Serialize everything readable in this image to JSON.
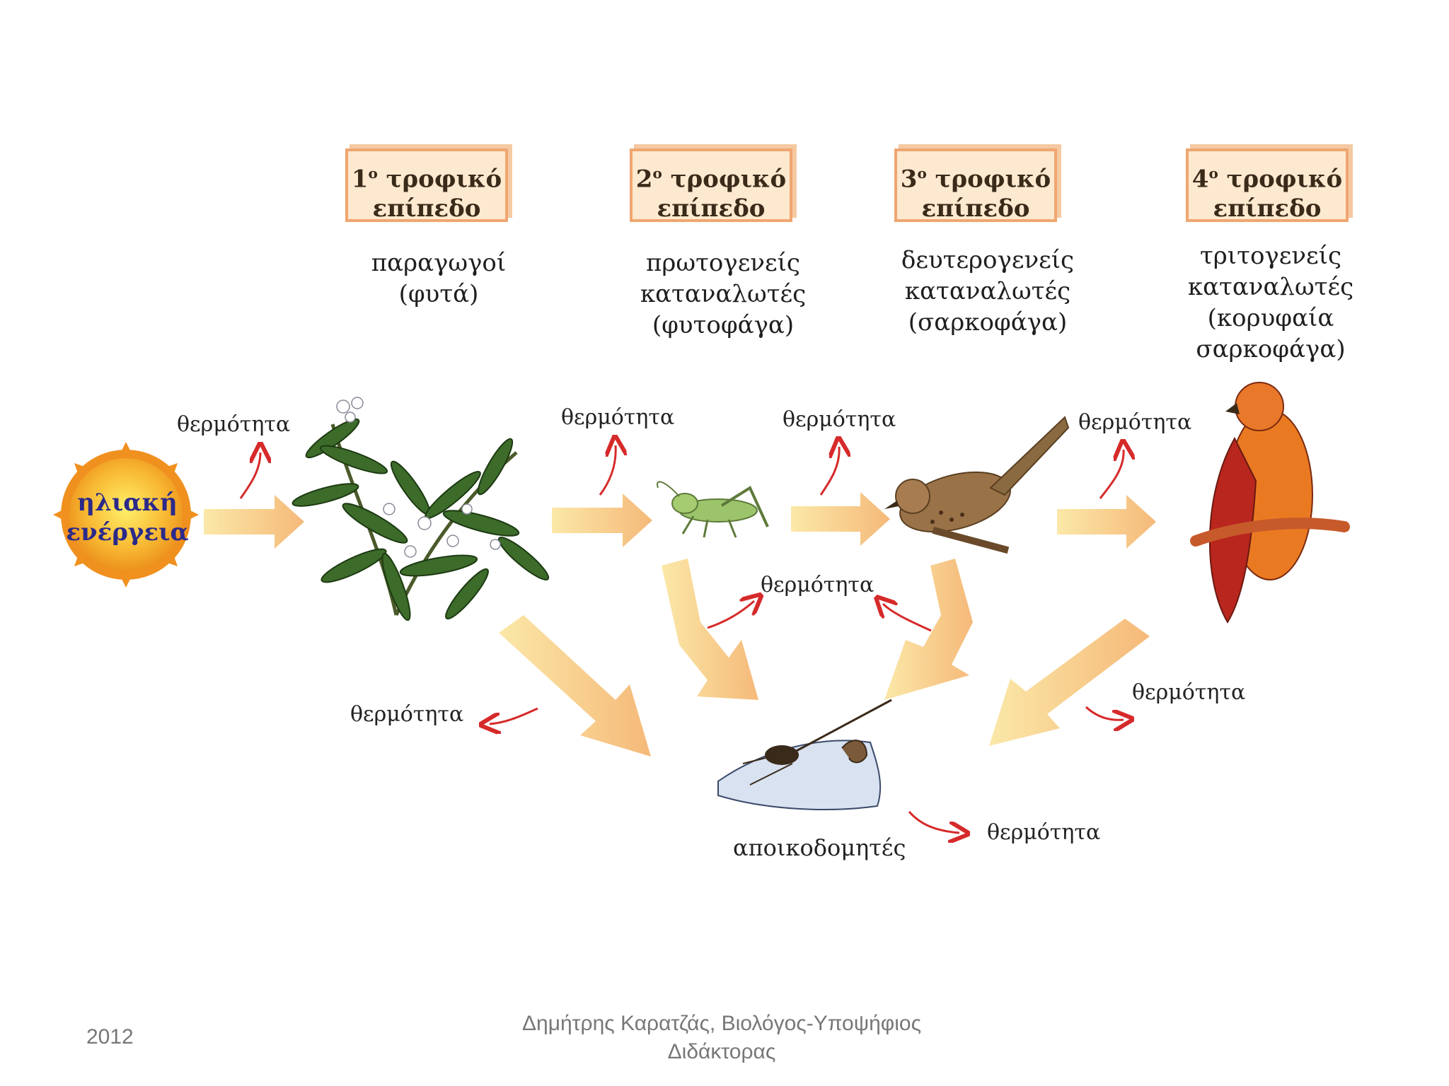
{
  "levels": [
    {
      "num": "1",
      "suffix": "ο",
      "line1": "τροφικό",
      "line2": "επίπεδο",
      "role": [
        "παραγωγοί",
        "(φυτά)"
      ]
    },
    {
      "num": "2",
      "suffix": "ο",
      "line1": "τροφικό",
      "line2": "επίπεδο",
      "role": [
        "πρωτογενείς",
        "καταναλωτές",
        "(φυτοφάγα)"
      ]
    },
    {
      "num": "3",
      "suffix": "ο",
      "line1": "τροφικό",
      "line2": "επίπεδο",
      "role": [
        "δευτερογενείς",
        "καταναλωτές",
        "(σαρκοφάγα)"
      ]
    },
    {
      "num": "4",
      "suffix": "ο",
      "line1": "τροφικό",
      "line2": "επίπεδο",
      "role": [
        "τριτογενείς",
        "καταναλωτές",
        "(κορυφαία",
        "σαρκοφάγα)"
      ]
    }
  ],
  "sun": {
    "line1": "ηλιακή",
    "line2": "ενέργεια"
  },
  "heat_label": "θερμότητα",
  "decomposers": "αποικοδομητές",
  "footer": {
    "year": "2012",
    "author_line1": "Δημήτρης Καρατζάς, Βιολόγος-Υποψήφιος",
    "author_line2": "Διδάκτορας"
  },
  "colors": {
    "arrow_fill": "#f8cf86",
    "heat_arrow": "#d62a2a",
    "box_border": "#f0a670",
    "box_fill": "#fde9cf"
  }
}
